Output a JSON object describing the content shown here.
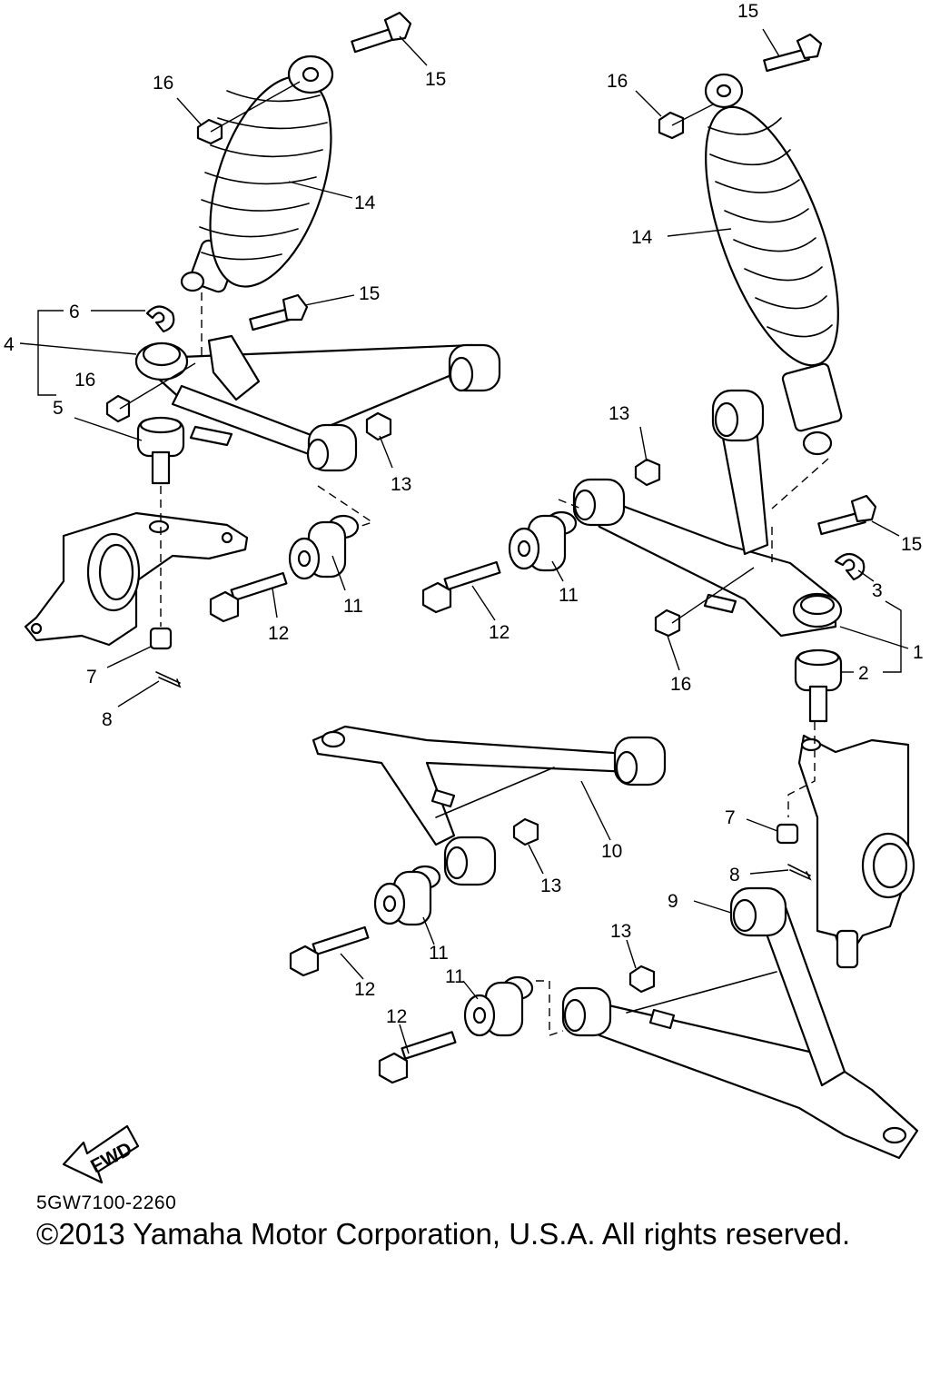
{
  "diagram": {
    "labels": {
      "l15a": "15",
      "l16a": "16",
      "l14a": "14",
      "l15b": "15",
      "l6": "6",
      "l4": "4",
      "l16b": "16",
      "l5": "5",
      "l13a": "13",
      "l11a": "11",
      "l12a": "12",
      "l7a": "7",
      "l8a": "8",
      "l15c": "15",
      "l16c": "16",
      "l14b": "14",
      "l13b": "13",
      "l15d": "15",
      "l3": "3",
      "l1": "1",
      "l2": "2",
      "l16d": "16",
      "l11b": "11",
      "l12b": "12",
      "l10": "10",
      "l13c": "13",
      "l11c": "11",
      "l12c": "12",
      "l7b": "7",
      "l8b": "8",
      "l9": "9",
      "l13d": "13",
      "l11d": "11",
      "l12d": "12"
    },
    "fwd_text": "FWD"
  },
  "footer": {
    "part_code": "5GW7100-2260",
    "copyright": "©2013 Yamaha Motor Corporation, U.S.A. All rights reserved."
  }
}
